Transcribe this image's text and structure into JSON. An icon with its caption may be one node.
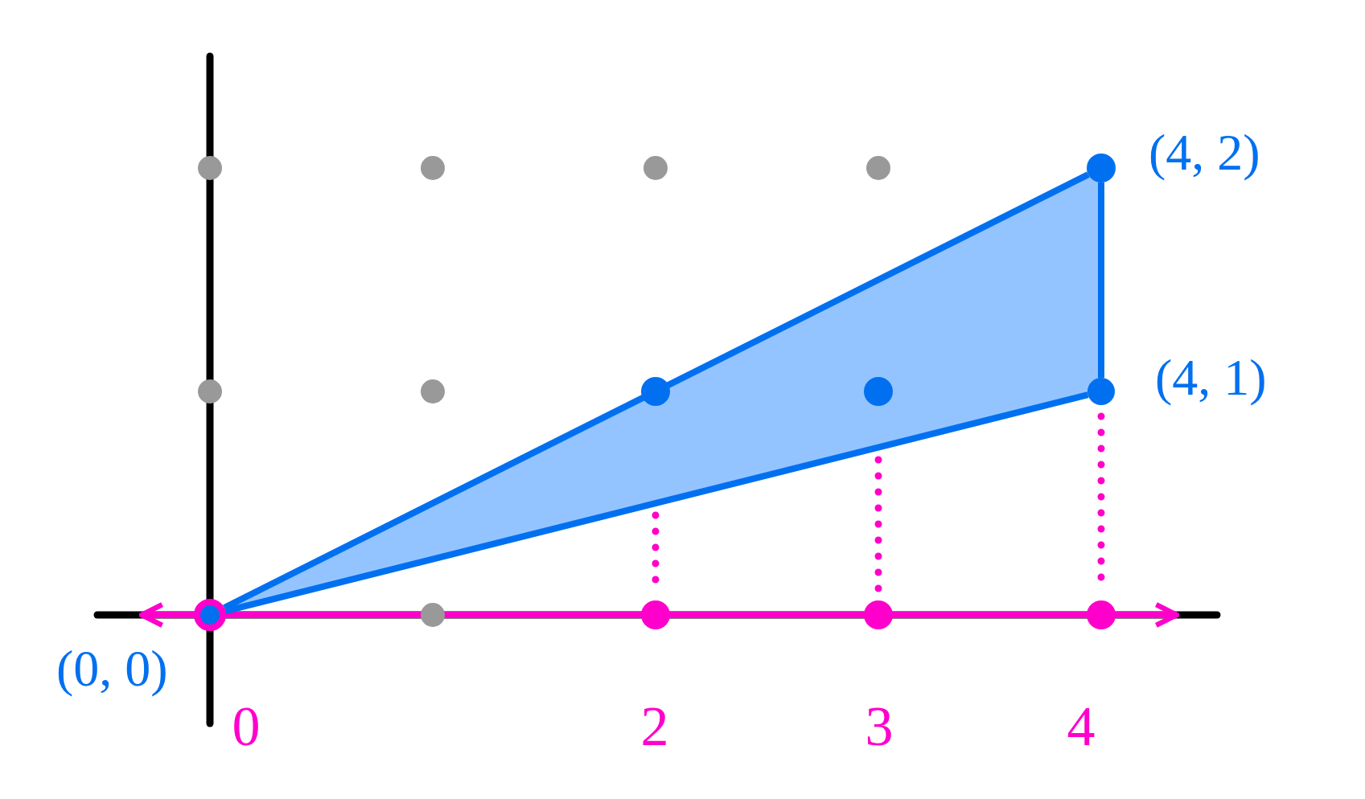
{
  "diagram": {
    "nodes": [
      {
        "text": [
          "(0, 0)"
        ]
      },
      {
        "text": [
          "(4, 2)"
        ]
      },
      {
        "text": [
          "(4, 1)"
        ]
      },
      {
        "text": [],
        "shape": "circle"
      },
      {
        "text": [],
        "shape": "circle"
      },
      {
        "text": [],
        "shape": "circle"
      }
    ],
    "edges": [
      {
        "from": 0,
        "to": 1,
        "arrow": "none"
      },
      {
        "from": 0,
        "to": 2,
        "arrow": "none"
      },
      {
        "from": 1,
        "to": 2,
        "arrow": "none"
      },
      {
        "from": null,
        "to": 3,
        "arrow": "none",
        "style": "dashed",
        "color": "#ff00cc"
      },
      {
        "from": null,
        "to": 4,
        "arrow": "none",
        "style": "dashed",
        "color": "#ff00cc"
      },
      {
        "from": 2,
        "to": 5,
        "arrow": "none",
        "style": "dashed",
        "color": "#ff00cc"
      }
    ],
    "labels": [
      "0",
      "2",
      "3",
      "4"
    ]
  }
}
